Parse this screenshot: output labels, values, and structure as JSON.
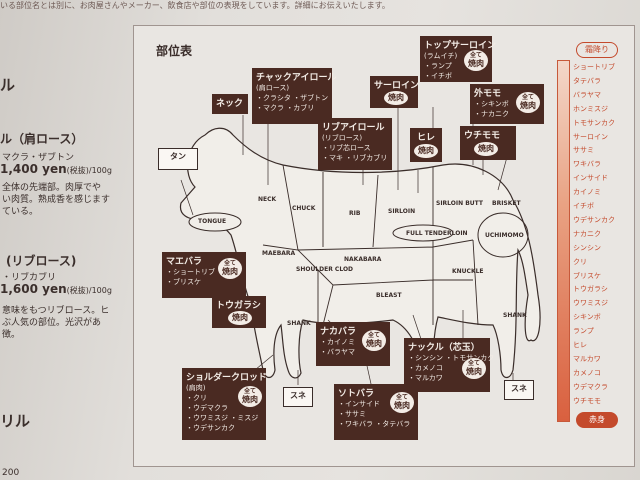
{
  "top_text": "いる部位名とは別に、お肉屋さんやメーカー、飲食店や部位の表現をしています。詳細にお伝えいたします。",
  "left": {
    "heading1": "ル",
    "section1_title": "ル（肩ロース）",
    "section1_sub": "マクラ・ザブトン",
    "section1_price": "1,400 yen",
    "section1_tax": "(税抜)",
    "section1_unit": "/100g",
    "section1_desc": [
      "全体の先端部。肉厚でや",
      "い肉質。熟成香を感じます",
      "ている。"
    ],
    "section2_title": "(リブロース)",
    "section2_sub": "・リブカブリ",
    "section2_price": "1,600 yen",
    "section2_tax": "(税抜)",
    "section2_unit": "/100g",
    "section2_desc": [
      "意味をもつリブロース。ヒ",
      "ぶ人気の部位。光沢があ",
      "徴。"
    ],
    "heading2": "リル",
    "bottom_num": "200"
  },
  "title": "部位表",
  "yakiniku": {
    "top": "全て",
    "main": "焼肉"
  },
  "tags": {
    "neck": "ネック",
    "chuck_roll": {
      "title": "チャックアイロール",
      "sub": "(肩ロース)",
      "lines": [
        "・クラシタ",
        "・ザブトン",
        "・マクラ",
        "・カブリ"
      ]
    },
    "top_sirloin": {
      "title": "トップサーロイン",
      "sub": "(ラムイチ)",
      "lines": [
        "・ランプ",
        "・イチボ"
      ]
    },
    "sirloin": "サーロイン",
    "ribeye": {
      "title": "リブアイロール",
      "sub": "(リブロース)",
      "lines": [
        "・リブ芯ロース",
        "・マキ",
        "・リブカブリ"
      ]
    },
    "fillet": "ヒレ",
    "outer_round": {
      "title": "外モモ",
      "lines": [
        "・シキンボ",
        "・ナカニク"
      ]
    },
    "inner_round": "ウチモモ",
    "tan": "タン",
    "maebara": {
      "title": "マエバラ",
      "lines": [
        "・ショートリブ",
        "・ブリスケ"
      ]
    },
    "togarashi": "トウガラシ",
    "shoulder_clod": {
      "title": "ショルダークロッド",
      "sub": "(肩肉)",
      "lines": [
        "・クリ",
        "・ウデマクラ",
        "・ミスジ",
        "・ウワミスジ",
        "・ウデサンカク"
      ]
    },
    "nakabara": {
      "title": "ナカバラ",
      "lines": [
        "・カイノミ",
        "・バラヤマ"
      ]
    },
    "sotobara": {
      "title": "ソトバラ",
      "lines": [
        "・インサイド",
        "・ササミ",
        "・ワキバラ",
        "・タテバラ"
      ]
    },
    "knuckle": {
      "title": "ナックル（芯玉）",
      "lines": [
        "・シンシン",
        "・トモサンカク",
        "・カメノコ",
        "・マルカワ"
      ]
    },
    "shin_left": "スネ",
    "shin_right": "スネ"
  },
  "cuts": {
    "tongue": "TONGUE",
    "neck": "NECK",
    "chuck": "CHUCK",
    "rib": "RIB",
    "sirloin": "SIRLOIN",
    "sirloin_butt": "SIRLOIN BUTT",
    "brisket": "BRISKET",
    "full_tenderloin": "FULL TENDERLOIN",
    "uchimomo": "UCHIMOMO",
    "maebara": "MAEBARA",
    "shoulder_clod": "SHOULDER CLOD",
    "nakabara": "NAKABARA",
    "bleast": "BLEAST",
    "knuckle": "KNUCKLE",
    "shank_left": "SHANK",
    "shank_right": "SHANK"
  },
  "scale": {
    "top_label": "霜降り",
    "bottom_label": "赤身",
    "items": [
      "ショートリブ",
      "タテバラ",
      "バラヤマ",
      "ホンミスジ",
      "トモサンカク",
      "サーロイン",
      "ササミ",
      "ワキバラ",
      "インサイド",
      "カイノミ",
      "イチボ",
      "ウデサンカク",
      "ナカニク",
      "シンシン",
      "クリ",
      "ブリスケ",
      "トウガラシ",
      "ウワミスジ",
      "シキンボ",
      "ランプ",
      "ヒレ",
      "マルカワ",
      "カメノコ",
      "ウデマクラ",
      "ウチモモ"
    ]
  },
  "colors": {
    "tag_bg": "#4a2a22",
    "accent": "#c44a2c"
  }
}
